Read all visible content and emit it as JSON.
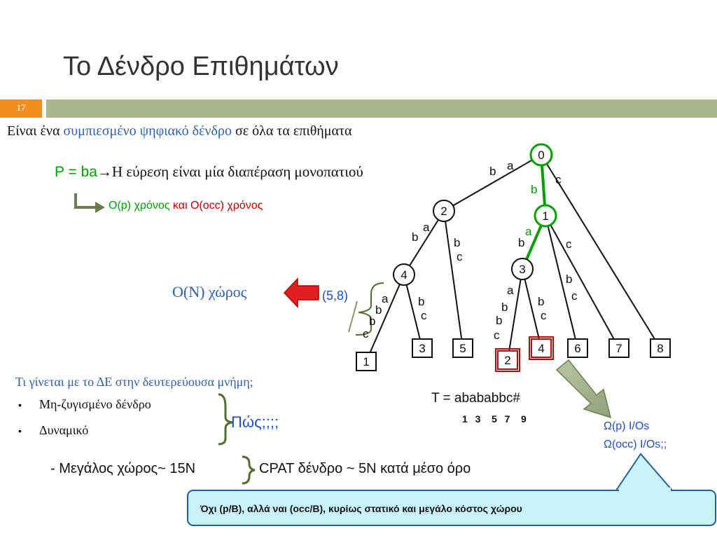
{
  "slide": {
    "title": "Το Δένδρο Επιθημάτων",
    "number": "17"
  },
  "intro": {
    "pre": "Είναι ένα ",
    "highlight": "συμπιεσμένο ψηφιακό δένδρο",
    "post": " σε όλα τα επιθήματα"
  },
  "pattern": {
    "label": "P = ba",
    "arrow": "→",
    "text": "Η εύρεση είναι μία διαπέραση μονοπατιού"
  },
  "complexity": {
    "time_p": "O(p) χρόνος",
    "and_occ": " και O(occ) χρόνος"
  },
  "space_note": "O(N) χώρος",
  "interval": "(5,8)",
  "colors": {
    "accent_orange": "#f28e1e",
    "band": "#aab78c",
    "green": "#00a000",
    "red": "#c00000",
    "blue": "#1f4fcf",
    "callout_fill": "#c9f2fb",
    "callout_border": "#1f5f9f"
  },
  "tree": {
    "nodes": [
      {
        "id": "0",
        "label": "0",
        "type": "internal",
        "highlight": true
      },
      {
        "id": "2",
        "label": "2",
        "type": "internal",
        "highlight": false
      },
      {
        "id": "1",
        "label": "1",
        "type": "internal",
        "highlight": true
      },
      {
        "id": "4",
        "label": "4",
        "type": "internal",
        "highlight": false
      },
      {
        "id": "3",
        "label": "3",
        "type": "internal",
        "highlight": false
      },
      {
        "id": "L1",
        "label": "1",
        "type": "leaf",
        "highlight": false
      },
      {
        "id": "L3",
        "label": "3",
        "type": "leaf",
        "highlight": false
      },
      {
        "id": "L5",
        "label": "5",
        "type": "leaf",
        "highlight": false
      },
      {
        "id": "L2",
        "label": "2",
        "type": "leaf",
        "highlight": true
      },
      {
        "id": "L4",
        "label": "4",
        "type": "leaf",
        "highlight": true
      },
      {
        "id": "L6",
        "label": "6",
        "type": "leaf",
        "highlight": false
      },
      {
        "id": "L7",
        "label": "7",
        "type": "leaf",
        "highlight": false
      },
      {
        "id": "L8",
        "label": "8",
        "type": "leaf",
        "highlight": false
      }
    ],
    "edge_labels": [
      {
        "text": "b",
        "color": "#111111"
      },
      {
        "text": "a",
        "color": "#111111"
      },
      {
        "text": "c",
        "color": "#111111"
      },
      {
        "text": "b",
        "color": "#00a000"
      },
      {
        "text": "a",
        "color": "#111111"
      },
      {
        "text": "b",
        "color": "#111111"
      },
      {
        "text": "b",
        "color": "#111111"
      },
      {
        "text": "c",
        "color": "#111111"
      },
      {
        "text": "a",
        "color": "#00a000"
      },
      {
        "text": "b",
        "color": "#111111"
      },
      {
        "text": "c",
        "color": "#111111"
      },
      {
        "text": "a",
        "color": "#111111"
      },
      {
        "text": "b",
        "color": "#111111"
      },
      {
        "text": "b",
        "color": "#111111"
      },
      {
        "text": "c",
        "color": "#111111"
      },
      {
        "text": "b",
        "color": "#111111"
      },
      {
        "text": "c",
        "color": "#111111"
      },
      {
        "text": "a",
        "color": "#111111"
      },
      {
        "text": "b",
        "color": "#111111"
      },
      {
        "text": "b",
        "color": "#111111"
      },
      {
        "text": "c",
        "color": "#111111"
      },
      {
        "text": "b",
        "color": "#111111"
      },
      {
        "text": "c",
        "color": "#111111"
      },
      {
        "text": "b",
        "color": "#111111"
      },
      {
        "text": "c",
        "color": "#111111"
      }
    ]
  },
  "secondary": {
    "question": "Τι γίνεται με το ΔΕ στην δευτερεύουσα μνήμη;",
    "bullets": [
      "Μη-ζυγισμένο δένδρο",
      "Δυναμικό"
    ],
    "how": "Πώς;;;;"
  },
  "space_line": {
    "left": "- Μεγάλος χώρος~ 15N",
    "right": "CPAT δένδρο ~ 5N κατά μέσο όρο"
  },
  "text_T": {
    "label": "T = abababbc#",
    "positions": "1  3   5  7   9"
  },
  "omega": {
    "p": "Ω(p) I/Os",
    "occ": "Ω(occ) I/Os;;"
  },
  "callout": "Όχι (p/B), αλλά ναι (occ/B), κυρίως στατικό και μεγάλο κόστος χώρου"
}
